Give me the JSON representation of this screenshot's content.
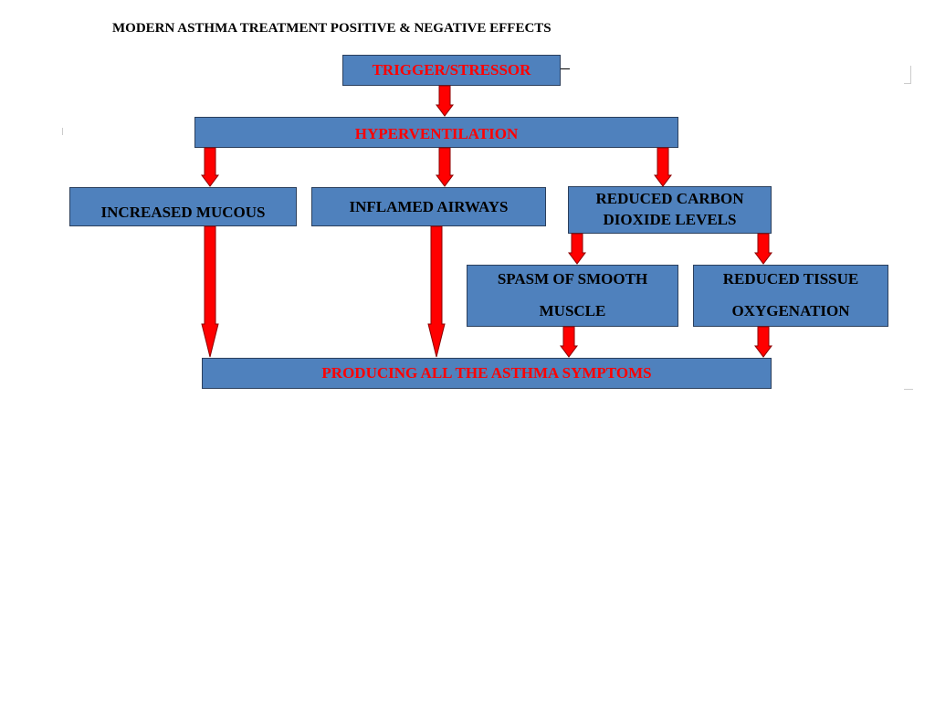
{
  "title": "MODERN ASTHMA TREATMENT POSITIVE & NEGATIVE EFFECTS",
  "colors": {
    "box_fill": "#4f81bd",
    "box_border": "#2b3f5c",
    "arrow_fill": "#ff0000",
    "arrow_stroke": "#8b0000",
    "highlight_text": "#ff0000"
  },
  "nodes": {
    "trigger": "TRIGGER/STRESSOR",
    "hyperventilation": "HYPERVENTILATION",
    "mucous": "INCREASED MUCOUS",
    "airways": "INFLAMED AIRWAYS",
    "co2_line1": "REDUCED CARBON",
    "co2_line2": "DIOXIDE LEVELS",
    "spasm_line1": "SPASM OF SMOOTH",
    "spasm_line2": "MUSCLE",
    "tissue_line1": "REDUCED TISSUE",
    "tissue_line2": "OXYGENATION",
    "symptoms": "PRODUCING ALL THE ASTHMA SYMPTOMS"
  }
}
